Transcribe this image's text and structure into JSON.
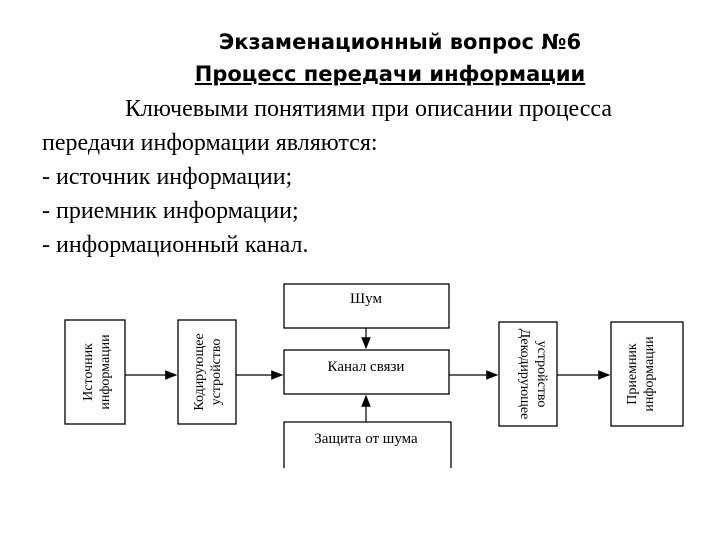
{
  "header": {
    "title": "Экзаменационный вопрос №6",
    "subtitle": "Процесс передачи информации"
  },
  "body": {
    "intro_line1": "Ключевыми понятиями при описании процесса",
    "intro_line2": "передачи информации являются:",
    "items": [
      "- источник информации;",
      "- приемник информации;",
      "- информационный канал."
    ]
  },
  "diagram": {
    "noise": "Шум",
    "channel": "Канал связи",
    "protection": "Защита от шума",
    "source": {
      "line1": "Источник",
      "line2": "информации"
    },
    "encoder": {
      "line1": "Кодирующее",
      "line2": "устройство"
    },
    "decoder": {
      "line1": "Декодирующее",
      "line2": "устройство"
    },
    "receiver": {
      "line1": "Приемник",
      "line2": "информации"
    }
  }
}
